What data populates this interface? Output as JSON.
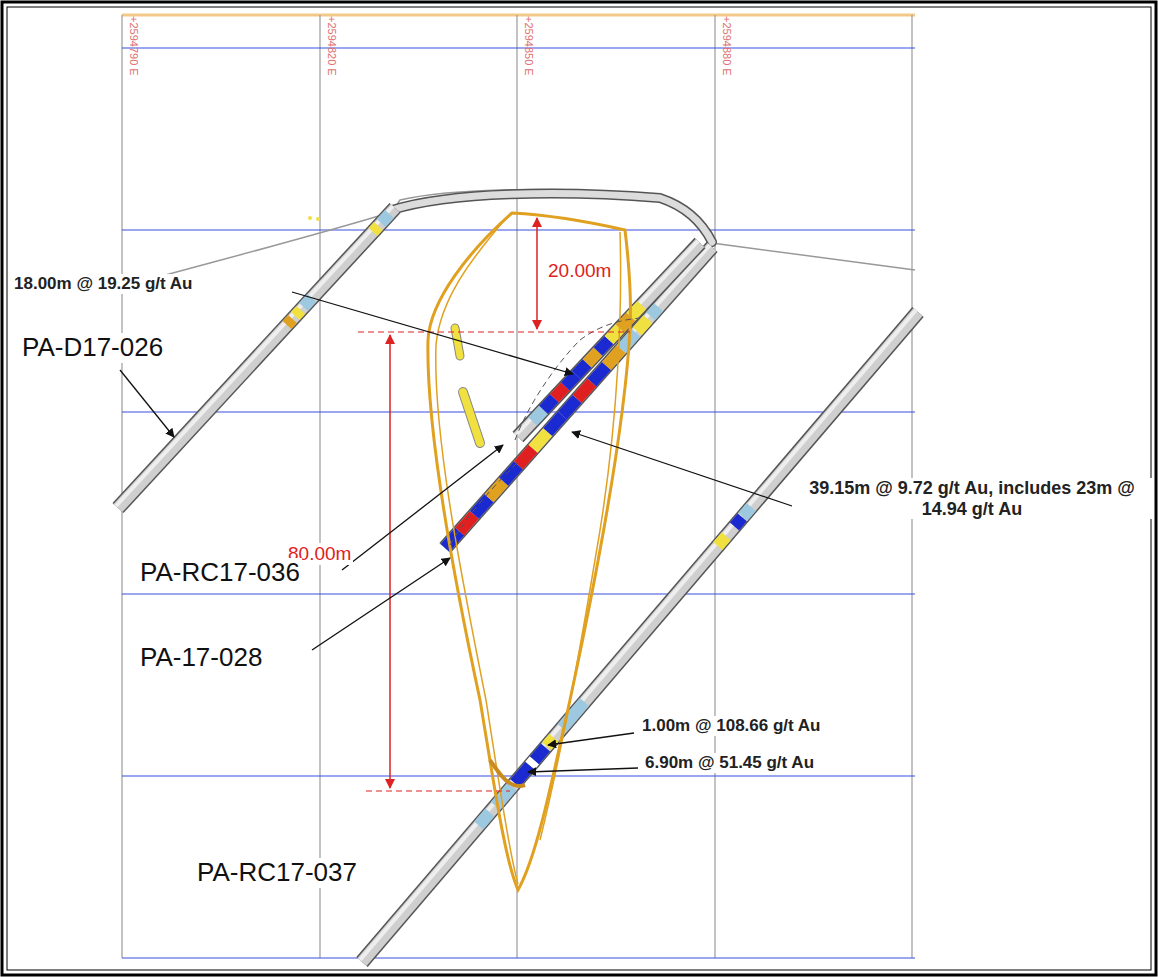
{
  "diagram": {
    "labels": [
      "+2594790 E",
      "+2594820 E",
      "+2594850 E",
      "+2594880 E",
      "18.00m @ 19.25 g/t Au",
      "20.00m",
      "PA-D17-026",
      "39.15m @ 9.72 g/t Au, includes 23m @ 14.94 g/t Au",
      "80.00m",
      "PA-RC17-036",
      "PA-17-028",
      "1.00m @ 108.66 g/t Au",
      "6.90m @ 51.45 g/t Au",
      "PA-RC17-037"
    ]
  }
}
